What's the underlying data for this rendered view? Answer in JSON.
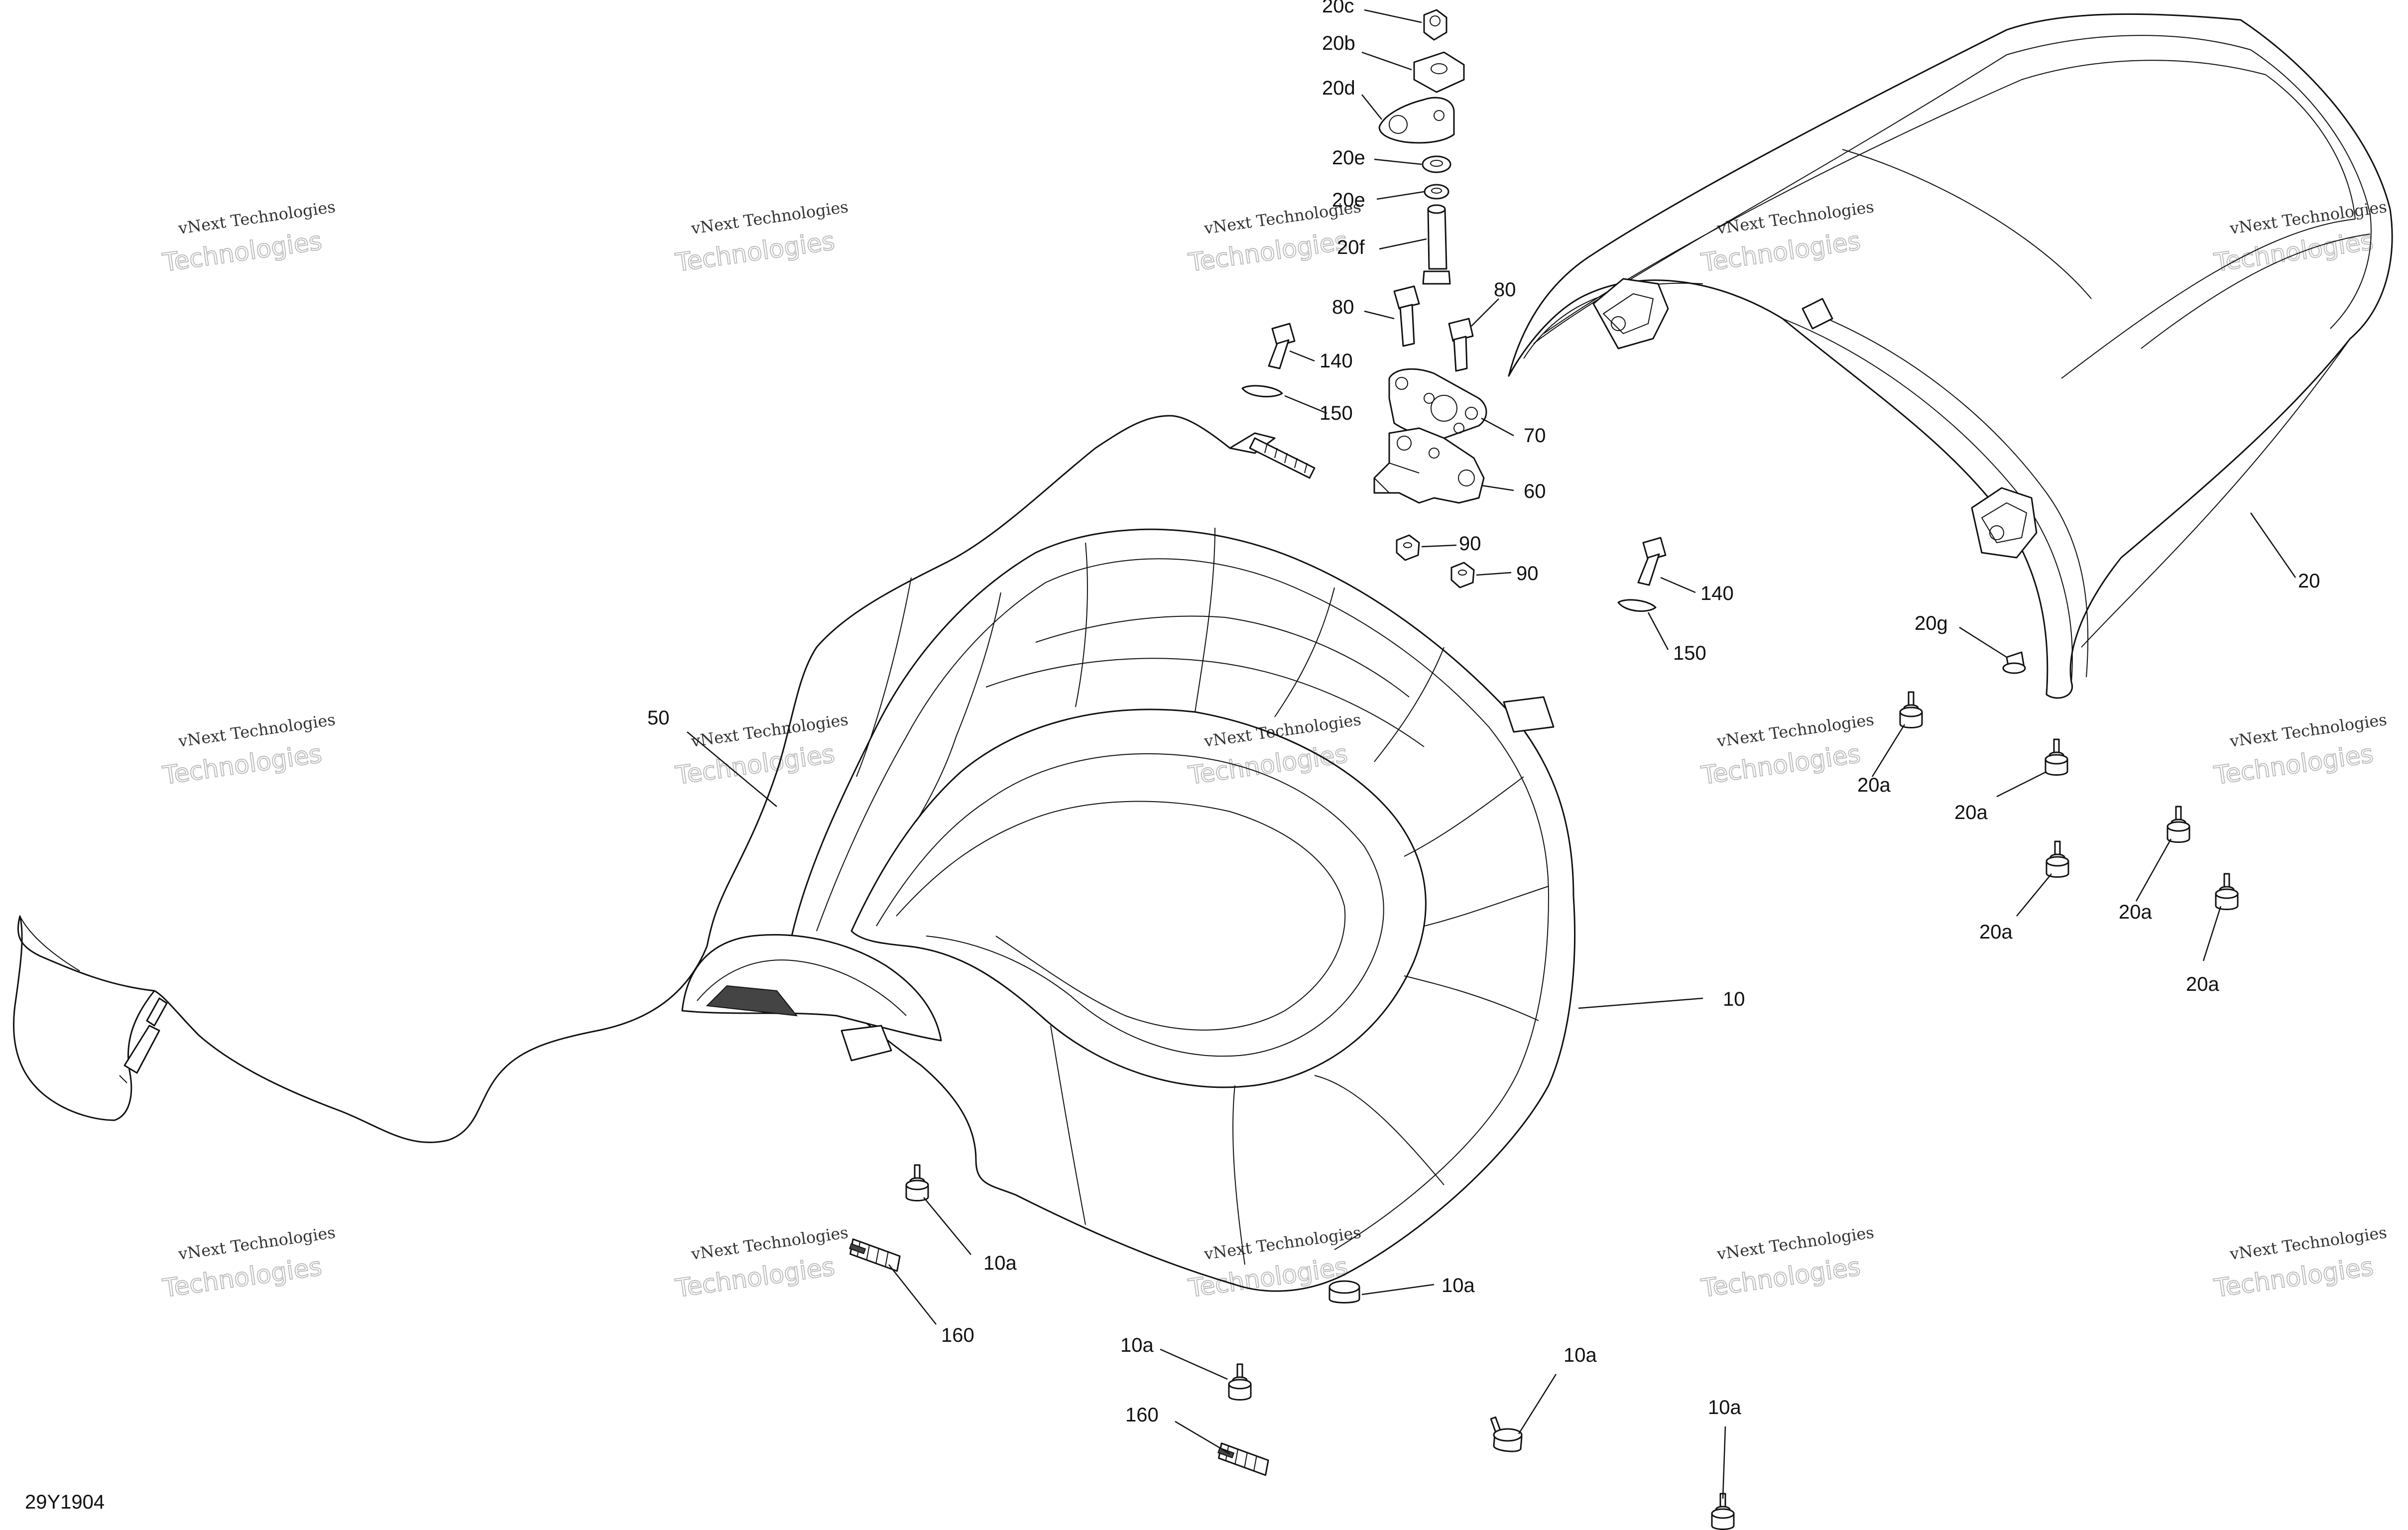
{
  "diagram": {
    "figure_id": "29Y1904",
    "watermark": {
      "line1": "vNext Technologies",
      "line2": "Technologies"
    },
    "callouts": {
      "c20c": "20c",
      "c20b": "20b",
      "c20d": "20d",
      "c20e_1": "20e",
      "c20e_2": "20e",
      "c20f": "20f",
      "c80_1": "80",
      "c80_2": "80",
      "c140_1": "140",
      "c150_1": "150",
      "c70": "70",
      "c60": "60",
      "c90_1": "90",
      "c90_2": "90",
      "c140_2": "140",
      "c150_2": "150",
      "c20": "20",
      "c20g": "20g",
      "c20a_1": "20a",
      "c20a_2": "20a",
      "c20a_3": "20a",
      "c20a_4": "20a",
      "c20a_5": "20a",
      "c50": "50",
      "c10": "10",
      "c10a_1": "10a",
      "c10a_2": "10a",
      "c10a_3": "10a",
      "c10a_4": "10a",
      "c10a_5": "10a",
      "c160_1": "160",
      "c160_2": "160"
    }
  }
}
